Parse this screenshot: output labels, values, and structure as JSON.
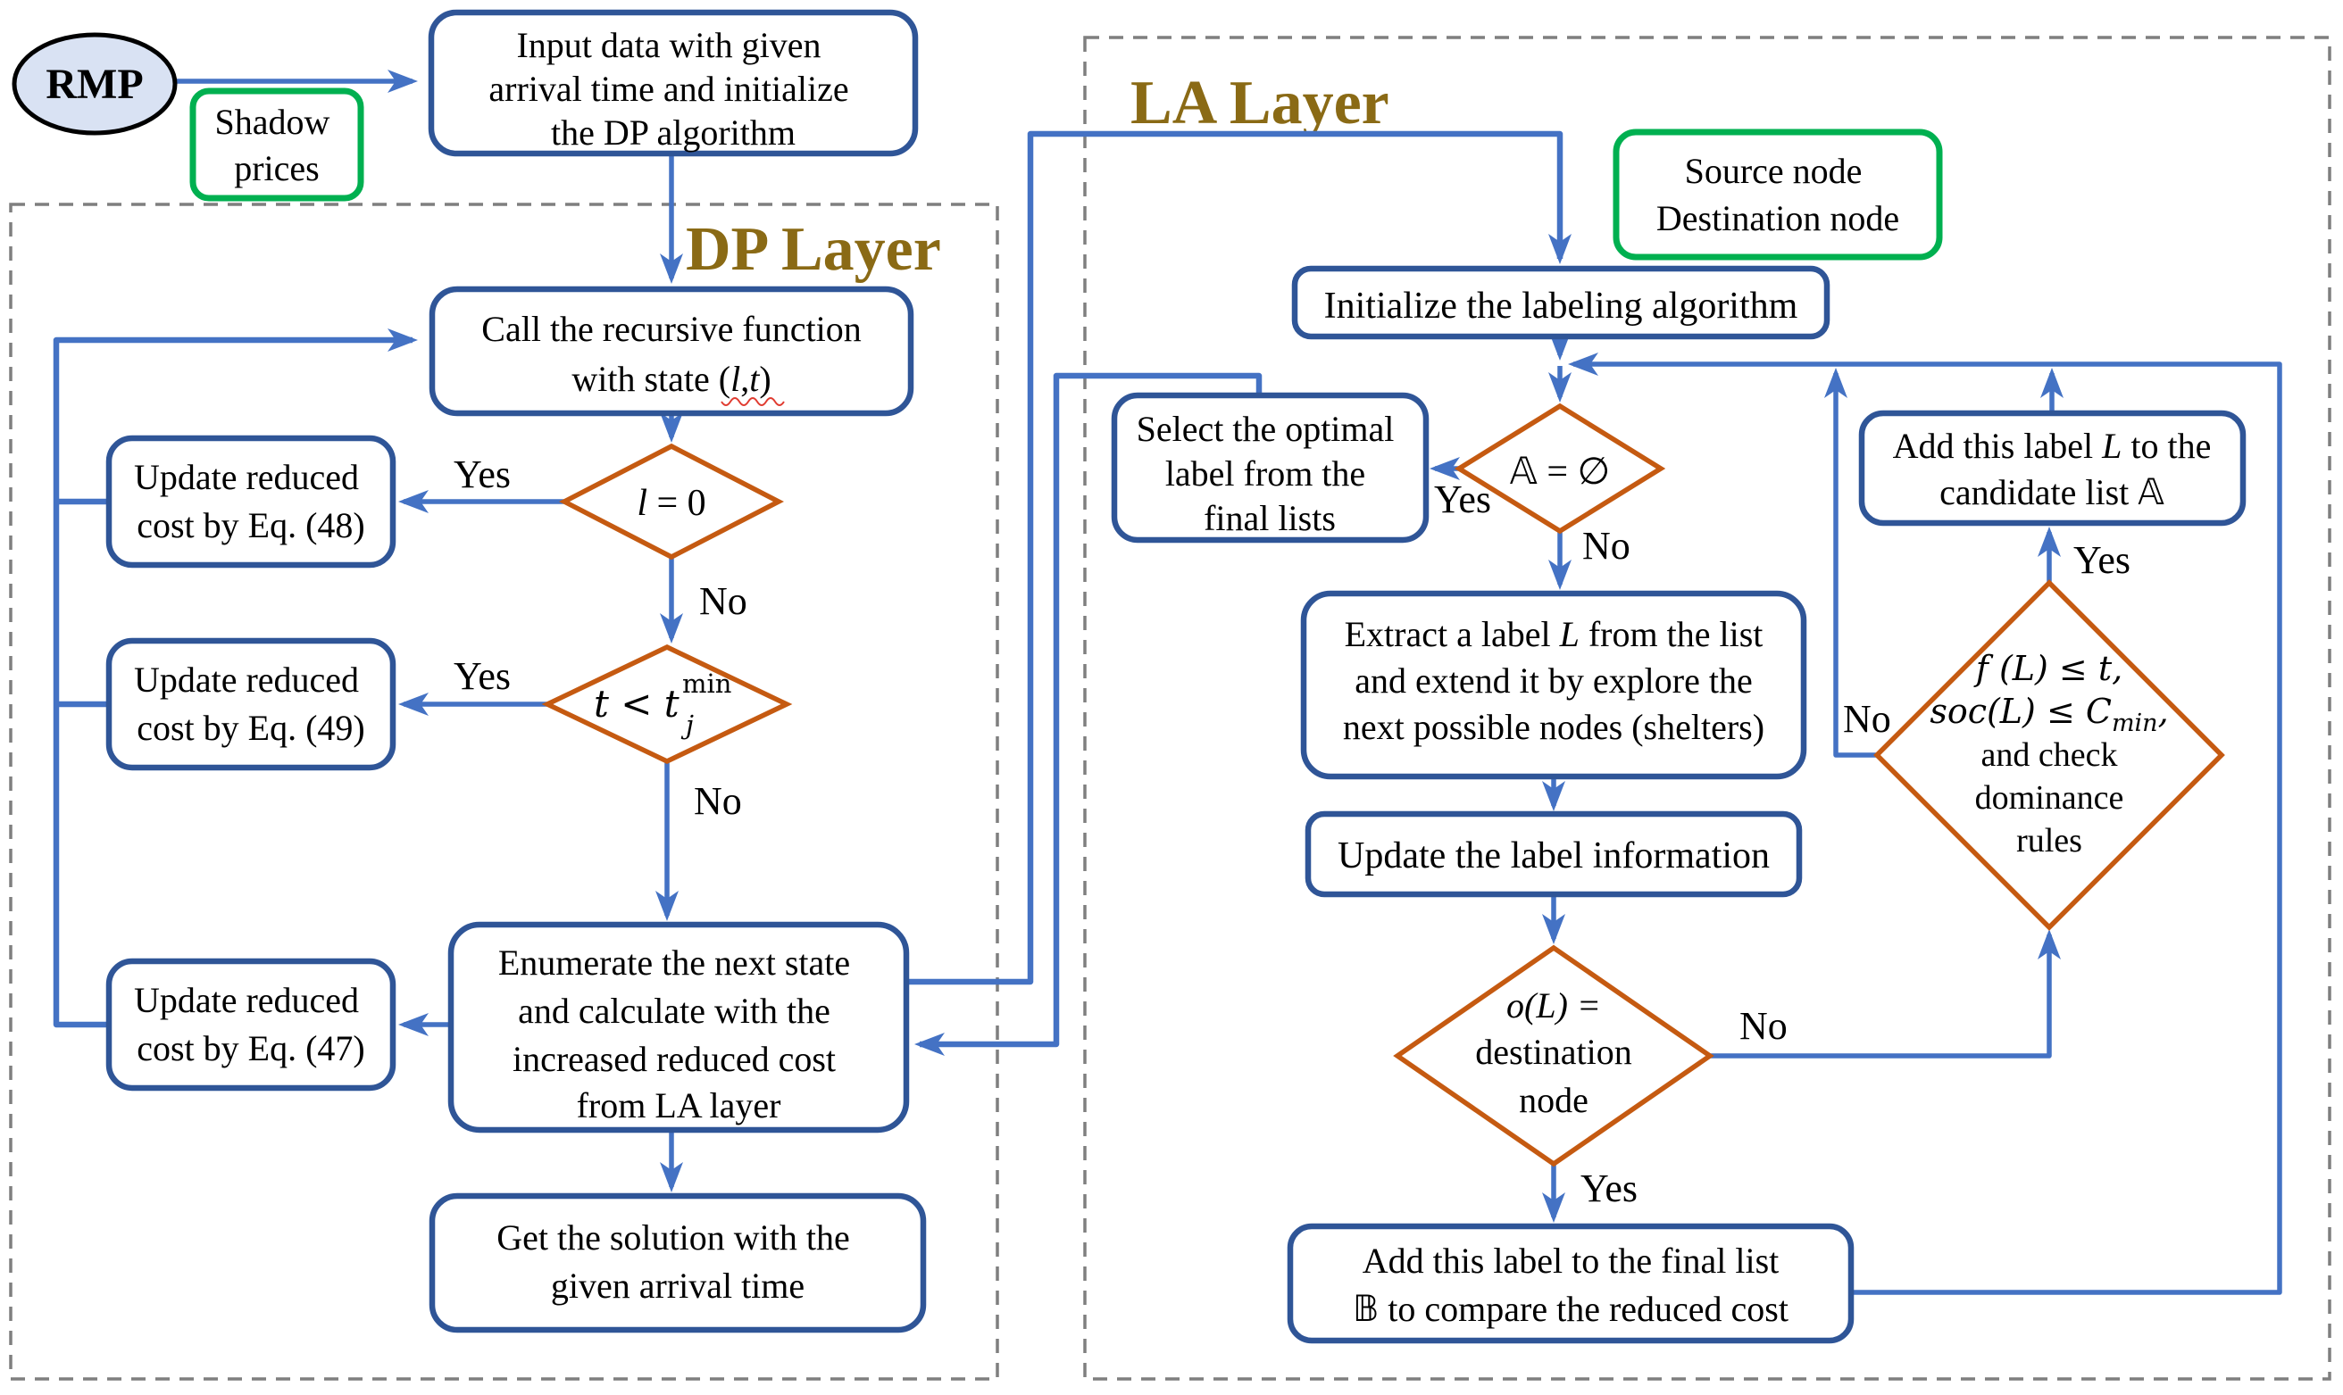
{
  "titles": {
    "dp": "DP Layer",
    "la": "LA Layer"
  },
  "labels": {
    "yes": "Yes",
    "no": "No"
  },
  "colors": {
    "connector": "#4472C4",
    "box_border": "#2F5597",
    "diamond_border": "#C55A11",
    "green_border": "#00B050",
    "layer_title": "#8A6A15",
    "rmp_fill": "#D9E2F3",
    "dashed_border": "#7F7F7F"
  },
  "nodes": {
    "rmp": "RMP",
    "shadow_prices": [
      "Shadow",
      "prices"
    ],
    "input": [
      "Input data with given",
      "arrival time and initialize",
      "the DP algorithm"
    ],
    "call": {
      "l1": "Call the recursive function",
      "l2a": "with state (",
      "l2b": "l",
      "l2c": ",",
      "l2d": "t",
      "l2e": ")"
    },
    "d_l_zero": {
      "a": "l",
      "b": " = 0"
    },
    "eq48": [
      "Update reduced",
      "cost by Eq. (48)"
    ],
    "d_t_min": {
      "base": "t < t",
      "sub": "j",
      "sup": "min"
    },
    "eq49": [
      "Update reduced",
      "cost by Eq. (49)"
    ],
    "enumerate": [
      "Enumerate the next state",
      "and calculate with the",
      "increased reduced cost",
      "from LA layer"
    ],
    "eq47": [
      "Update reduced",
      "cost by Eq. (47)"
    ],
    "solution": [
      "Get the solution with the",
      "given arrival  time"
    ],
    "source_dest": [
      "Source node",
      "Destination node"
    ],
    "initialize": "Initialize the labeling algorithm",
    "d_a_empty": {
      "a": "𝔸",
      "b": " = ",
      "c": "∅"
    },
    "select": [
      "Select the optimal",
      "label from the",
      "final lists"
    ],
    "extract": {
      "l1a": "Extract a label ",
      "l1b": "L",
      "l1c": " from the list",
      "l2": "and extend it by explore the",
      "l3": "next possible nodes (shelters)"
    },
    "update_label": "Update the label information",
    "d_dest": {
      "l1": "o(L) =",
      "l2": "destination",
      "l3": "node"
    },
    "d_dominance": {
      "l1": "f (L) ≤ t,",
      "l2a": "soc(L) ≤ C",
      "l2b": "min",
      "l2c": ",",
      "l3": "and check",
      "l4": "dominance",
      "l5": "rules"
    },
    "candidate": {
      "l1a": "Add this label ",
      "l1b": "L",
      "l1c": " to the",
      "l2a": "candidate list ",
      "l2b": "𝔸"
    },
    "final_list": {
      "l1": "Add this label to the final list",
      "l2a": "𝔹",
      "l2b": " to compare the reduced cost"
    }
  }
}
